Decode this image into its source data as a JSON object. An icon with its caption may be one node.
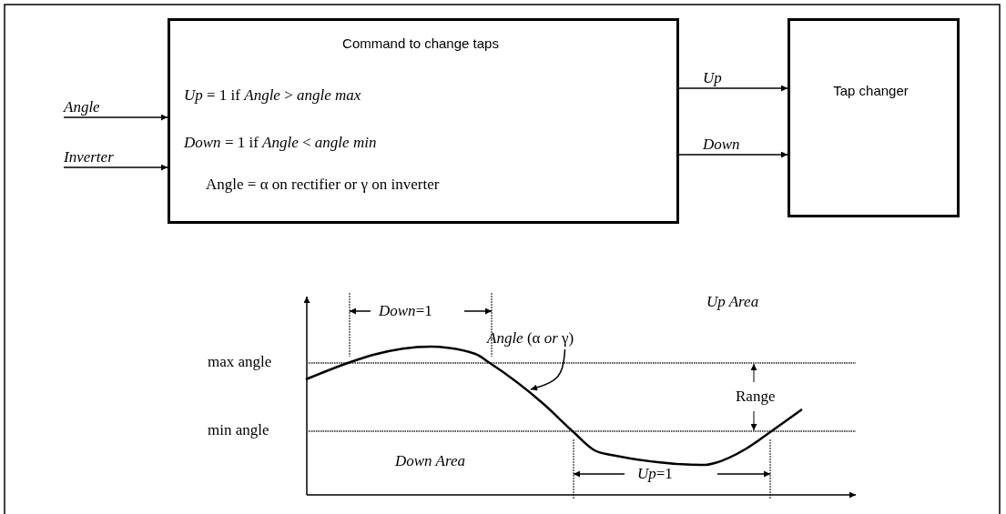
{
  "diagram": {
    "nodes": [
      {
        "text": [
          "Command to change taps",
          "*Up* = 1 if *Angle* > *angle max*",
          "*Down* = 1 if *Angle* < *angle min*",
          "Angle = α on rectifier or γ on inverter"
        ]
      },
      {
        "text": [
          "Tap changer"
        ]
      },
      {
        "text": [
          "*Angle* (α *or* γ)"
        ]
      },
      {
        "text": [],
        "shape": "curve"
      }
    ],
    "edges": [
      {
        "from": null,
        "to": 0,
        "arrow": "to",
        "label": "Angle"
      },
      {
        "from": null,
        "to": 0,
        "arrow": "to",
        "label": "Inverter"
      },
      {
        "from": 0,
        "to": 1,
        "arrow": "to",
        "label": "Up"
      },
      {
        "from": 0,
        "to": 1,
        "arrow": "to",
        "label": "Down"
      },
      {
        "from": 2,
        "to": 3,
        "arrow": "to"
      }
    ],
    "labels": [
      "*Down*=1",
      "Up Area",
      "max angle",
      "Range",
      "min angle",
      "Down Area",
      "*Up*=1"
    ]
  }
}
